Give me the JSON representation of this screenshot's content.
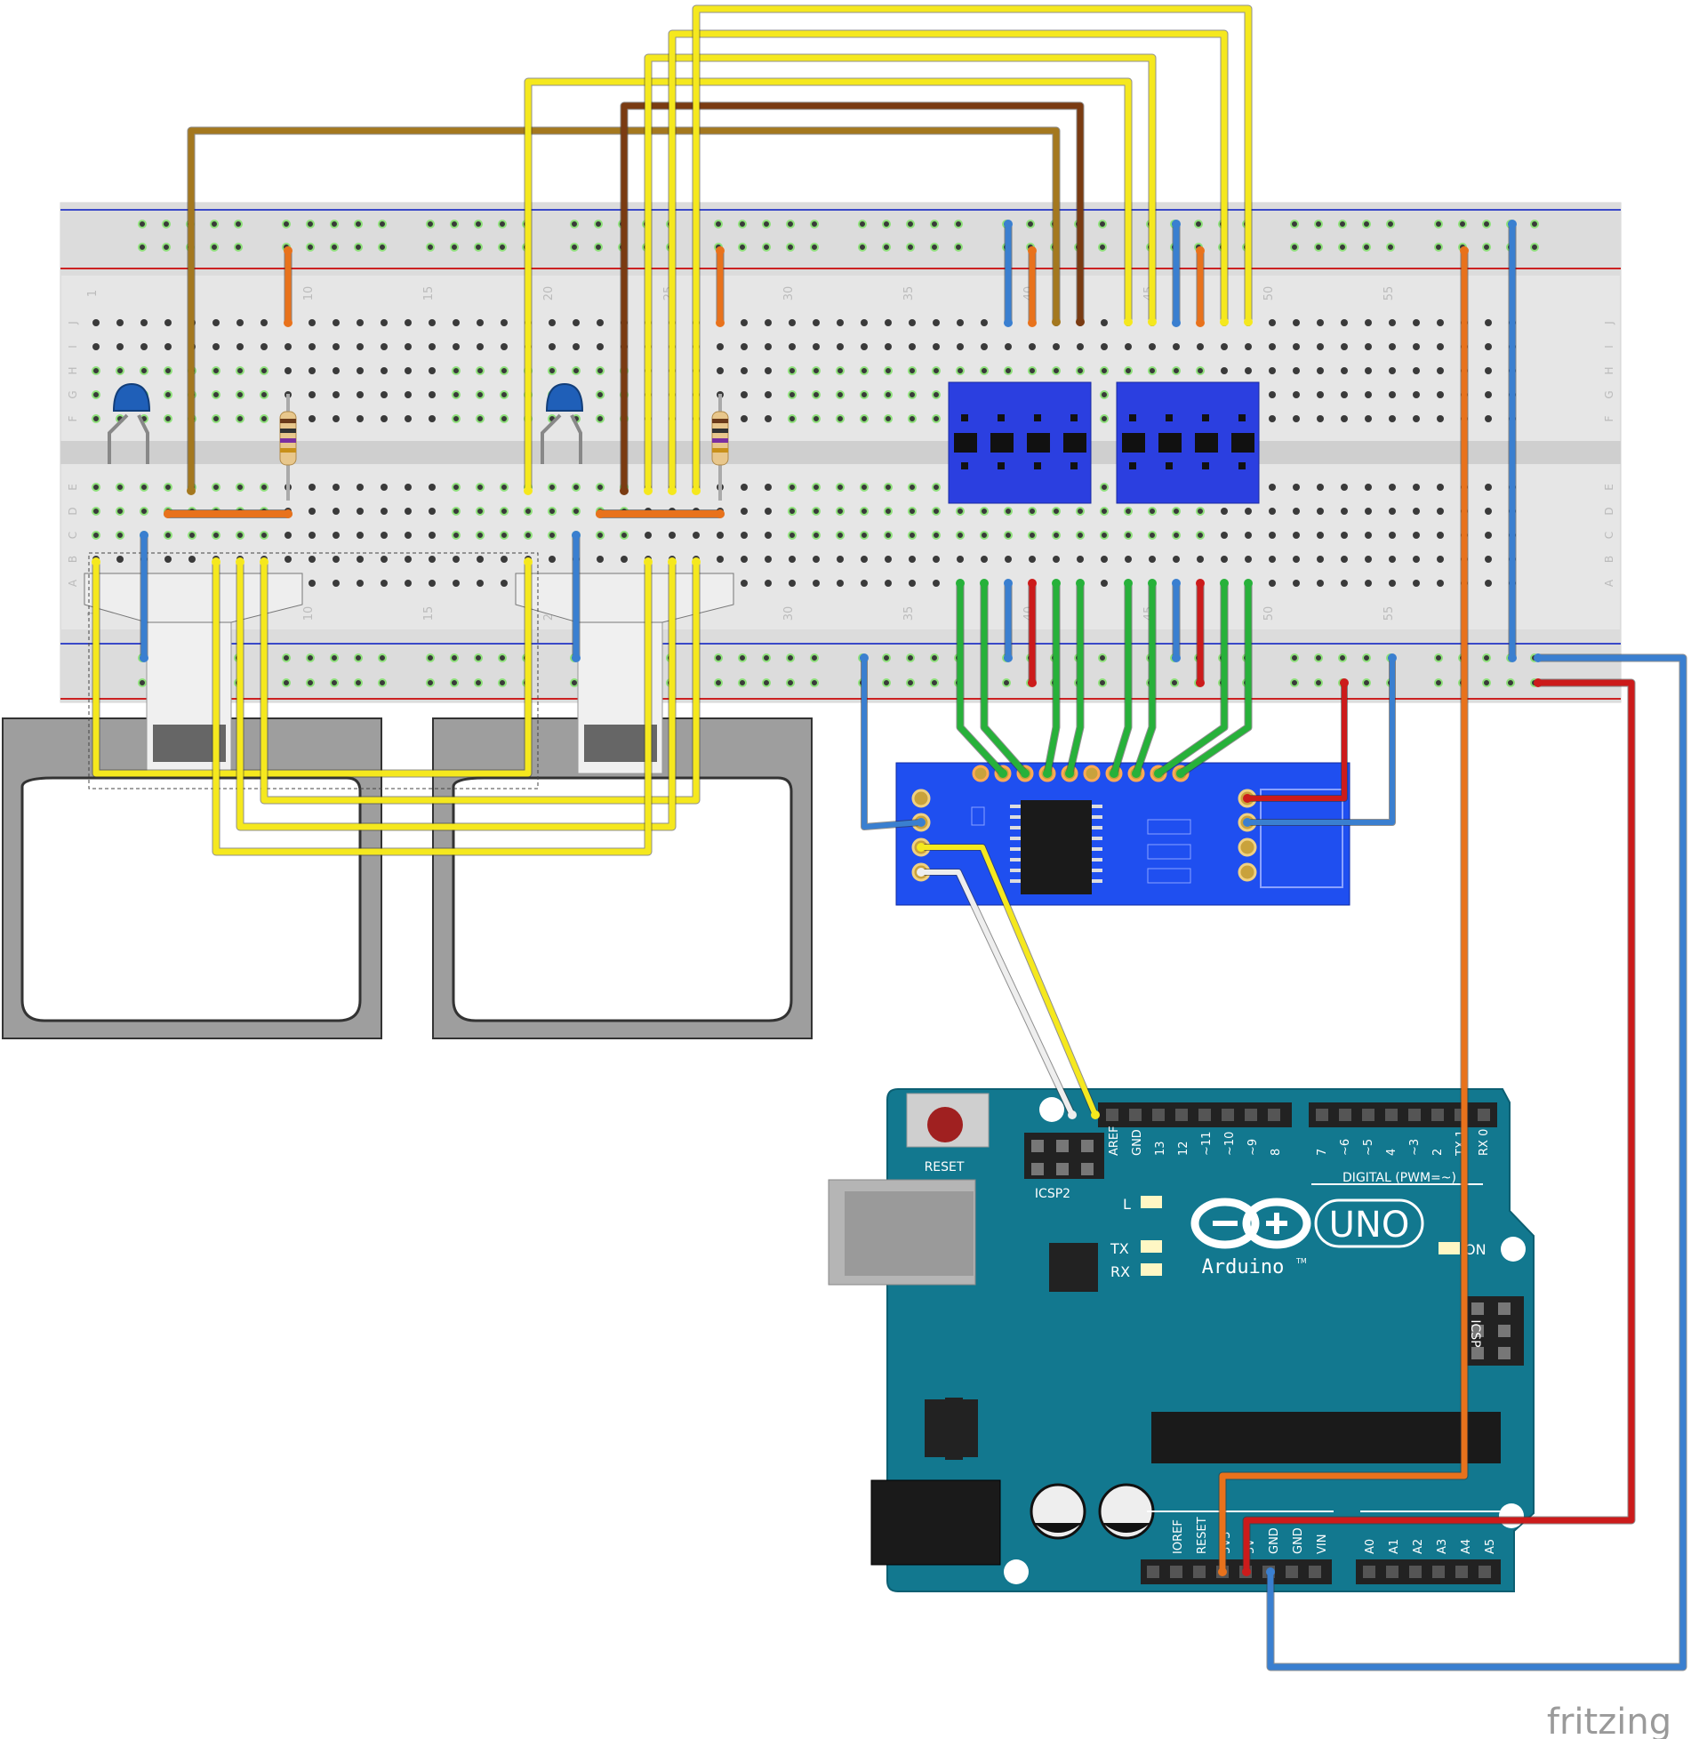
{
  "breadboard": {
    "row_letters": [
      "J",
      "I",
      "H",
      "G",
      "F",
      "E",
      "D",
      "C",
      "B",
      "A"
    ],
    "column_numbers": [
      "1",
      "10",
      "15",
      "20",
      "25",
      "30",
      "35",
      "40",
      "45",
      "50",
      "55"
    ]
  },
  "arduino": {
    "reset_label": "RESET",
    "icsp2_label": "ICSP2",
    "icsp_label": "ICSP",
    "digital_label": "DIGITAL (PWM=~)",
    "brand": "Arduino",
    "trademark": "TM",
    "model": "UNO",
    "on_label": "ON",
    "l_label": "L",
    "tx_label": "TX",
    "rx_label": "RX",
    "top_header_left": [
      "AREF",
      "GND",
      "13",
      "12",
      "~11",
      "~10",
      "~9",
      "8"
    ],
    "top_header_right": [
      "7",
      "~6",
      "~5",
      "4",
      "~3",
      "2",
      "TX 1",
      "RX 0"
    ],
    "power_header": [
      "IOREF",
      "RESET",
      "3V3",
      "5V",
      "GND",
      "GND",
      "VIN"
    ],
    "analog_header": [
      "A0",
      "A1",
      "A2",
      "A3",
      "A4",
      "A5"
    ]
  },
  "watermark": "fritzing",
  "colors": {
    "wire_yellow": "#f5e81e",
    "wire_orange": "#e8721c",
    "wire_blue": "#3a7fd0",
    "wire_red": "#cc1b1b",
    "wire_green": "#27b13a",
    "wire_brown": "#7a3b12",
    "wire_olive": "#a4781f",
    "arduino_teal": "#12788f",
    "module_blue": "#2b3fe0",
    "breadboard": "#e6e6e6"
  }
}
